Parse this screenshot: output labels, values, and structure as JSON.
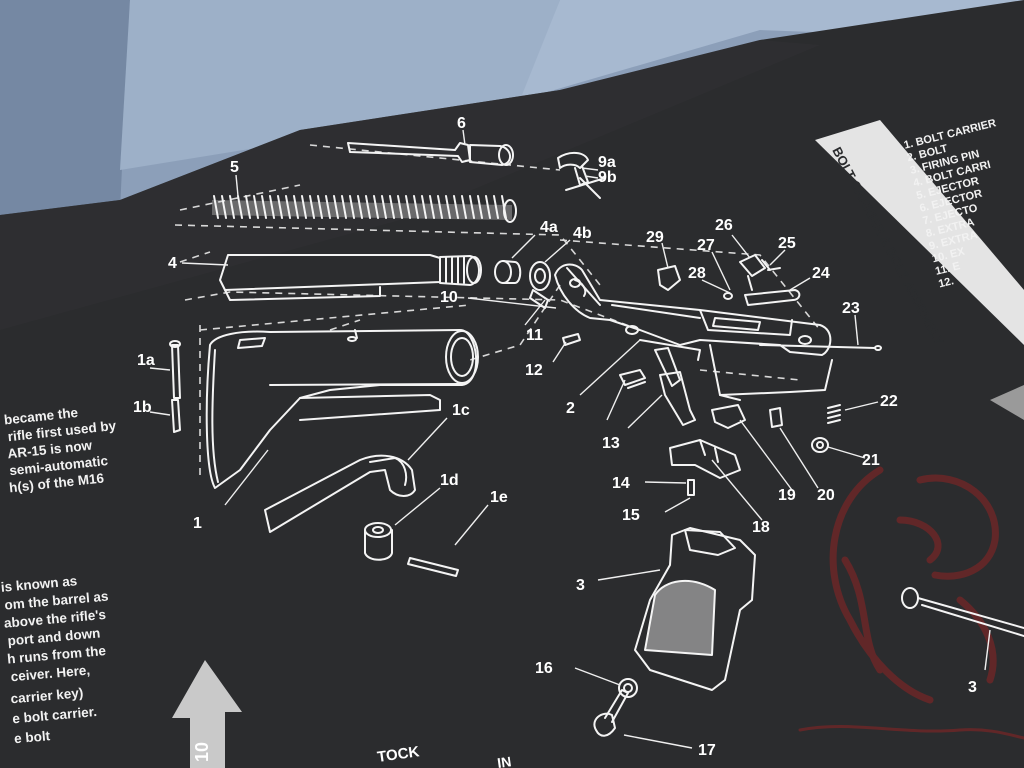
{
  "scene": {
    "description_colors": {
      "cloth": "#93a6c0",
      "mat": "#2b2c2e",
      "line_art": "#f4f4f4",
      "watermark": "#8e2424"
    },
    "callouts": [
      "1",
      "1a",
      "1b",
      "1c",
      "1d",
      "1e",
      "2",
      "3",
      "4",
      "4a",
      "4b",
      "5",
      "6",
      "9a",
      "9b",
      "10",
      "11",
      "12",
      "13",
      "14",
      "15",
      "16",
      "17",
      "18",
      "19",
      "20",
      "21",
      "22",
      "23",
      "24",
      "25",
      "26",
      "27",
      "28",
      "29",
      "3"
    ],
    "left_text_top": [
      "became the",
      "rifle first used by",
      "AR-15 is now",
      "semi-automatic",
      "h(s) of the M16"
    ],
    "left_text_bottom": [
      "is known as",
      "om the barrel as",
      "above the rifle's",
      "port and down",
      "h runs from the",
      "ceiver. Here,",
      "carrier key)",
      "e bolt carrier.",
      "e bolt"
    ],
    "banner_title": "BOLT CARRIER & BOLT ASSEMBLY",
    "parts_list": [
      "1. BOLT CARRIER",
      "2. BOLT",
      "3. FIRING PIN",
      "4. BOLT CARRI",
      "5. EJECTOR",
      "6. EJECTOR",
      "7. EJECTO",
      "8. EXTRA",
      "9. EXTRA",
      "10. EX",
      "11. E",
      "12."
    ],
    "bottom_partial_1": "TOCK",
    "bottom_partial_2": "IN"
  }
}
